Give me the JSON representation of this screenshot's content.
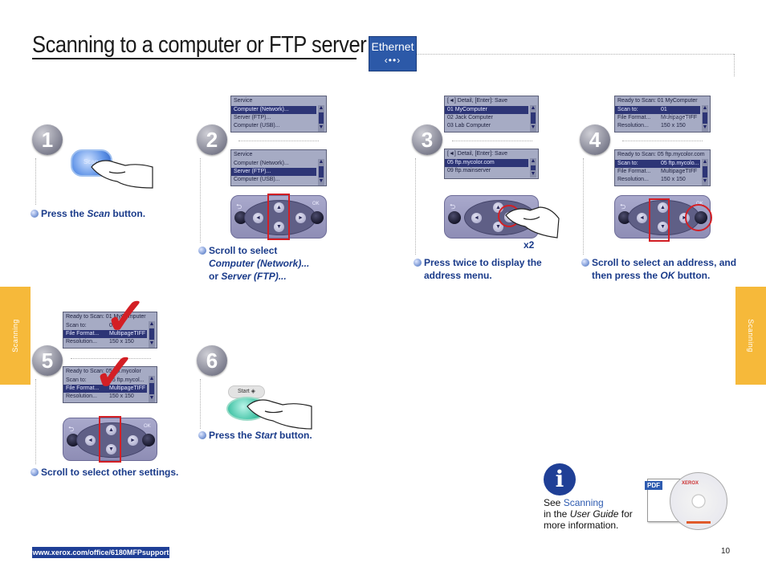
{
  "title": "Scanning to a computer or FTP server",
  "ethernet": {
    "label": "Ethernet",
    "glyph": "‹••›"
  },
  "steps": {
    "s1": {
      "number": "1",
      "caption_pre": "Press the ",
      "caption_em": "Scan",
      "caption_post": " button.",
      "button_label": "Scan"
    },
    "s2": {
      "number": "2",
      "caption_l1": "Scroll to select",
      "caption_l2": "Computer (Network)...",
      "caption_l3_pre": "or ",
      "caption_l3_em": "Server (FTP)...",
      "screen_a": {
        "header": "Service",
        "rows": [
          "Computer (Network)...",
          "Server (FTP)...",
          "Computer (USB)..."
        ]
      },
      "screen_b": {
        "header": "Service",
        "rows": [
          "Computer (Network)...",
          "Server (FTP)...",
          "Computer (USB)..."
        ]
      }
    },
    "s3": {
      "number": "3",
      "caption_l1": "Press twice to display the",
      "caption_l2": "address menu.",
      "multiplier": "x2",
      "screen_a": {
        "header": "[◄] Detail, [Enter]: Save",
        "rows": [
          "01 MyComputer",
          "02 Jack Computer",
          "03 Lab Computer"
        ]
      },
      "screen_b": {
        "header": "[◄] Detail, [Enter]: Save",
        "rows": [
          "05 ftp.mycolor.com",
          "09 ftp.mainserver"
        ]
      }
    },
    "s4": {
      "number": "4",
      "caption_l1": "Scroll to select an address, and",
      "caption_l2_pre": "then press the ",
      "caption_l2_em": "OK",
      "caption_l2_post": " button.",
      "screen_a": {
        "header": "Ready to Scan: 01 MyComputer",
        "rows": [
          [
            "Scan to:",
            "01 MyComput..."
          ],
          [
            "File Format...",
            "MultipageTIFF"
          ],
          [
            "Resolution...",
            "150 x 150"
          ]
        ]
      },
      "screen_b": {
        "header": "Ready to Scan: 05 ftp.mycolor.com",
        "rows": [
          [
            "Scan to:",
            "05 ftp.mycolo..."
          ],
          [
            "File Format...",
            "MultipageTIFF"
          ],
          [
            "Resolution...",
            "150 x 150"
          ]
        ]
      }
    },
    "s5": {
      "number": "5",
      "caption": "Scroll to select other settings.",
      "screen_a": {
        "header": "Ready to Scan: 01 MyComputer",
        "rows": [
          [
            "Scan to:",
            "01 MyComput..."
          ],
          [
            "File Format...",
            "MultipageTIFF"
          ],
          [
            "Resolution...",
            "150 x 150"
          ]
        ]
      },
      "screen_b": {
        "header": "Ready to Scan: 05 ftp.mycolor",
        "rows": [
          [
            "Scan to:",
            "05 ftp.mycol..."
          ],
          [
            "File Format...",
            "MultipageTIFF"
          ],
          [
            "Resolution...",
            "150 x 150"
          ]
        ]
      }
    },
    "s6": {
      "number": "6",
      "caption_pre": "Press the ",
      "caption_em": "Start",
      "caption_post": " button.",
      "start_label": "Start ◈"
    }
  },
  "keys": {
    "back": "⮌",
    "ok": "OK",
    "up": "▲",
    "down": "▼",
    "left": "◄",
    "right": "►"
  },
  "side_tab": "Scanning",
  "info": {
    "icon": "i",
    "see": "See ",
    "link": "Scanning",
    "l2_pre": "in the ",
    "l2_em": "User Guide",
    "l2_post": " for",
    "l3": "more information.",
    "pdf": "PDF",
    "cd_brand": "XEROX"
  },
  "footer": {
    "url": "www.xerox.com/office/6180MFPsupport",
    "page": "10"
  },
  "colors": {
    "accent": "#1f3f96",
    "tab": "#f6b93a",
    "red": "#d31f25"
  }
}
